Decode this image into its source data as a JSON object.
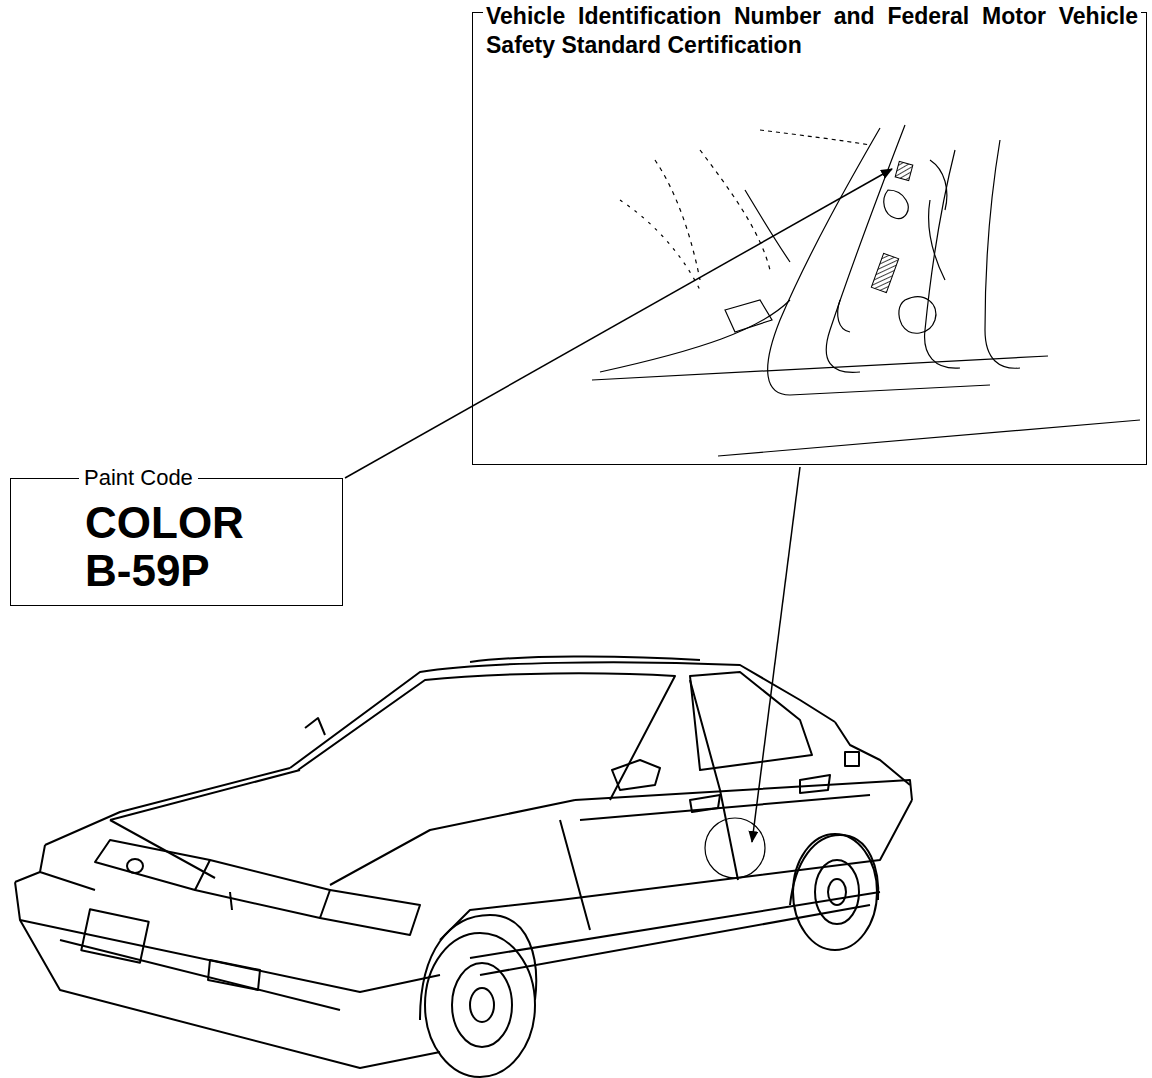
{
  "diagram": {
    "nodes": [
      {
        "text": [
          "Vehicle Identification Number and Federal Motor Vehicle Safety Standard Certification"
        ]
      },
      {
        "text": [
          "Paint Code",
          "COLOR B-59P"
        ]
      }
    ]
  }
}
